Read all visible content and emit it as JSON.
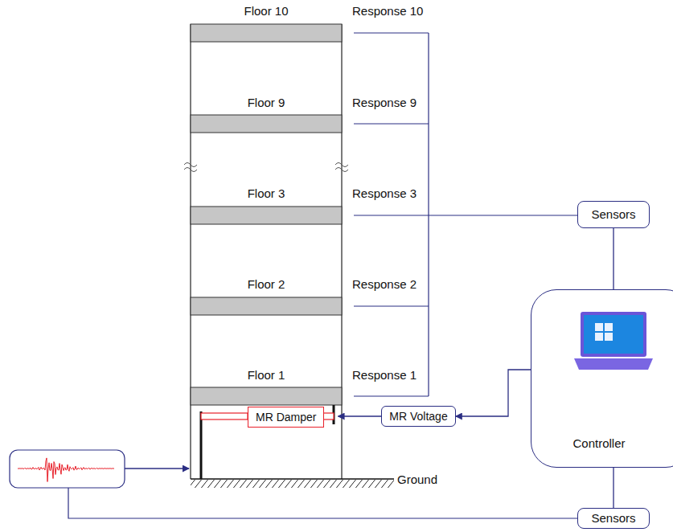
{
  "diagram": {
    "nodes": [
      {
        "text": [
          "Sensors"
        ]
      },
      {
        "text": [
          "Controller"
        ]
      },
      {
        "text": [
          "MR Voltage"
        ]
      },
      {
        "text": [
          "MR Damper"
        ]
      },
      {
        "text": [
          "Sensors"
        ]
      }
    ],
    "edges": [
      {
        "from": 0,
        "to": 1,
        "arrow": "none"
      },
      {
        "from": 1,
        "to": 2,
        "arrow": "to"
      },
      {
        "from": 2,
        "to": 3,
        "arrow": "to"
      },
      {
        "from": 1,
        "to": 4,
        "arrow": "none"
      }
    ],
    "labels": [
      "Floor 10",
      "Response 10",
      "Floor 9",
      "Response 9",
      "Floor 3",
      "Response 3",
      "Floor 2",
      "Response 2",
      "Floor 1",
      "Response 1",
      "Ground"
    ]
  }
}
